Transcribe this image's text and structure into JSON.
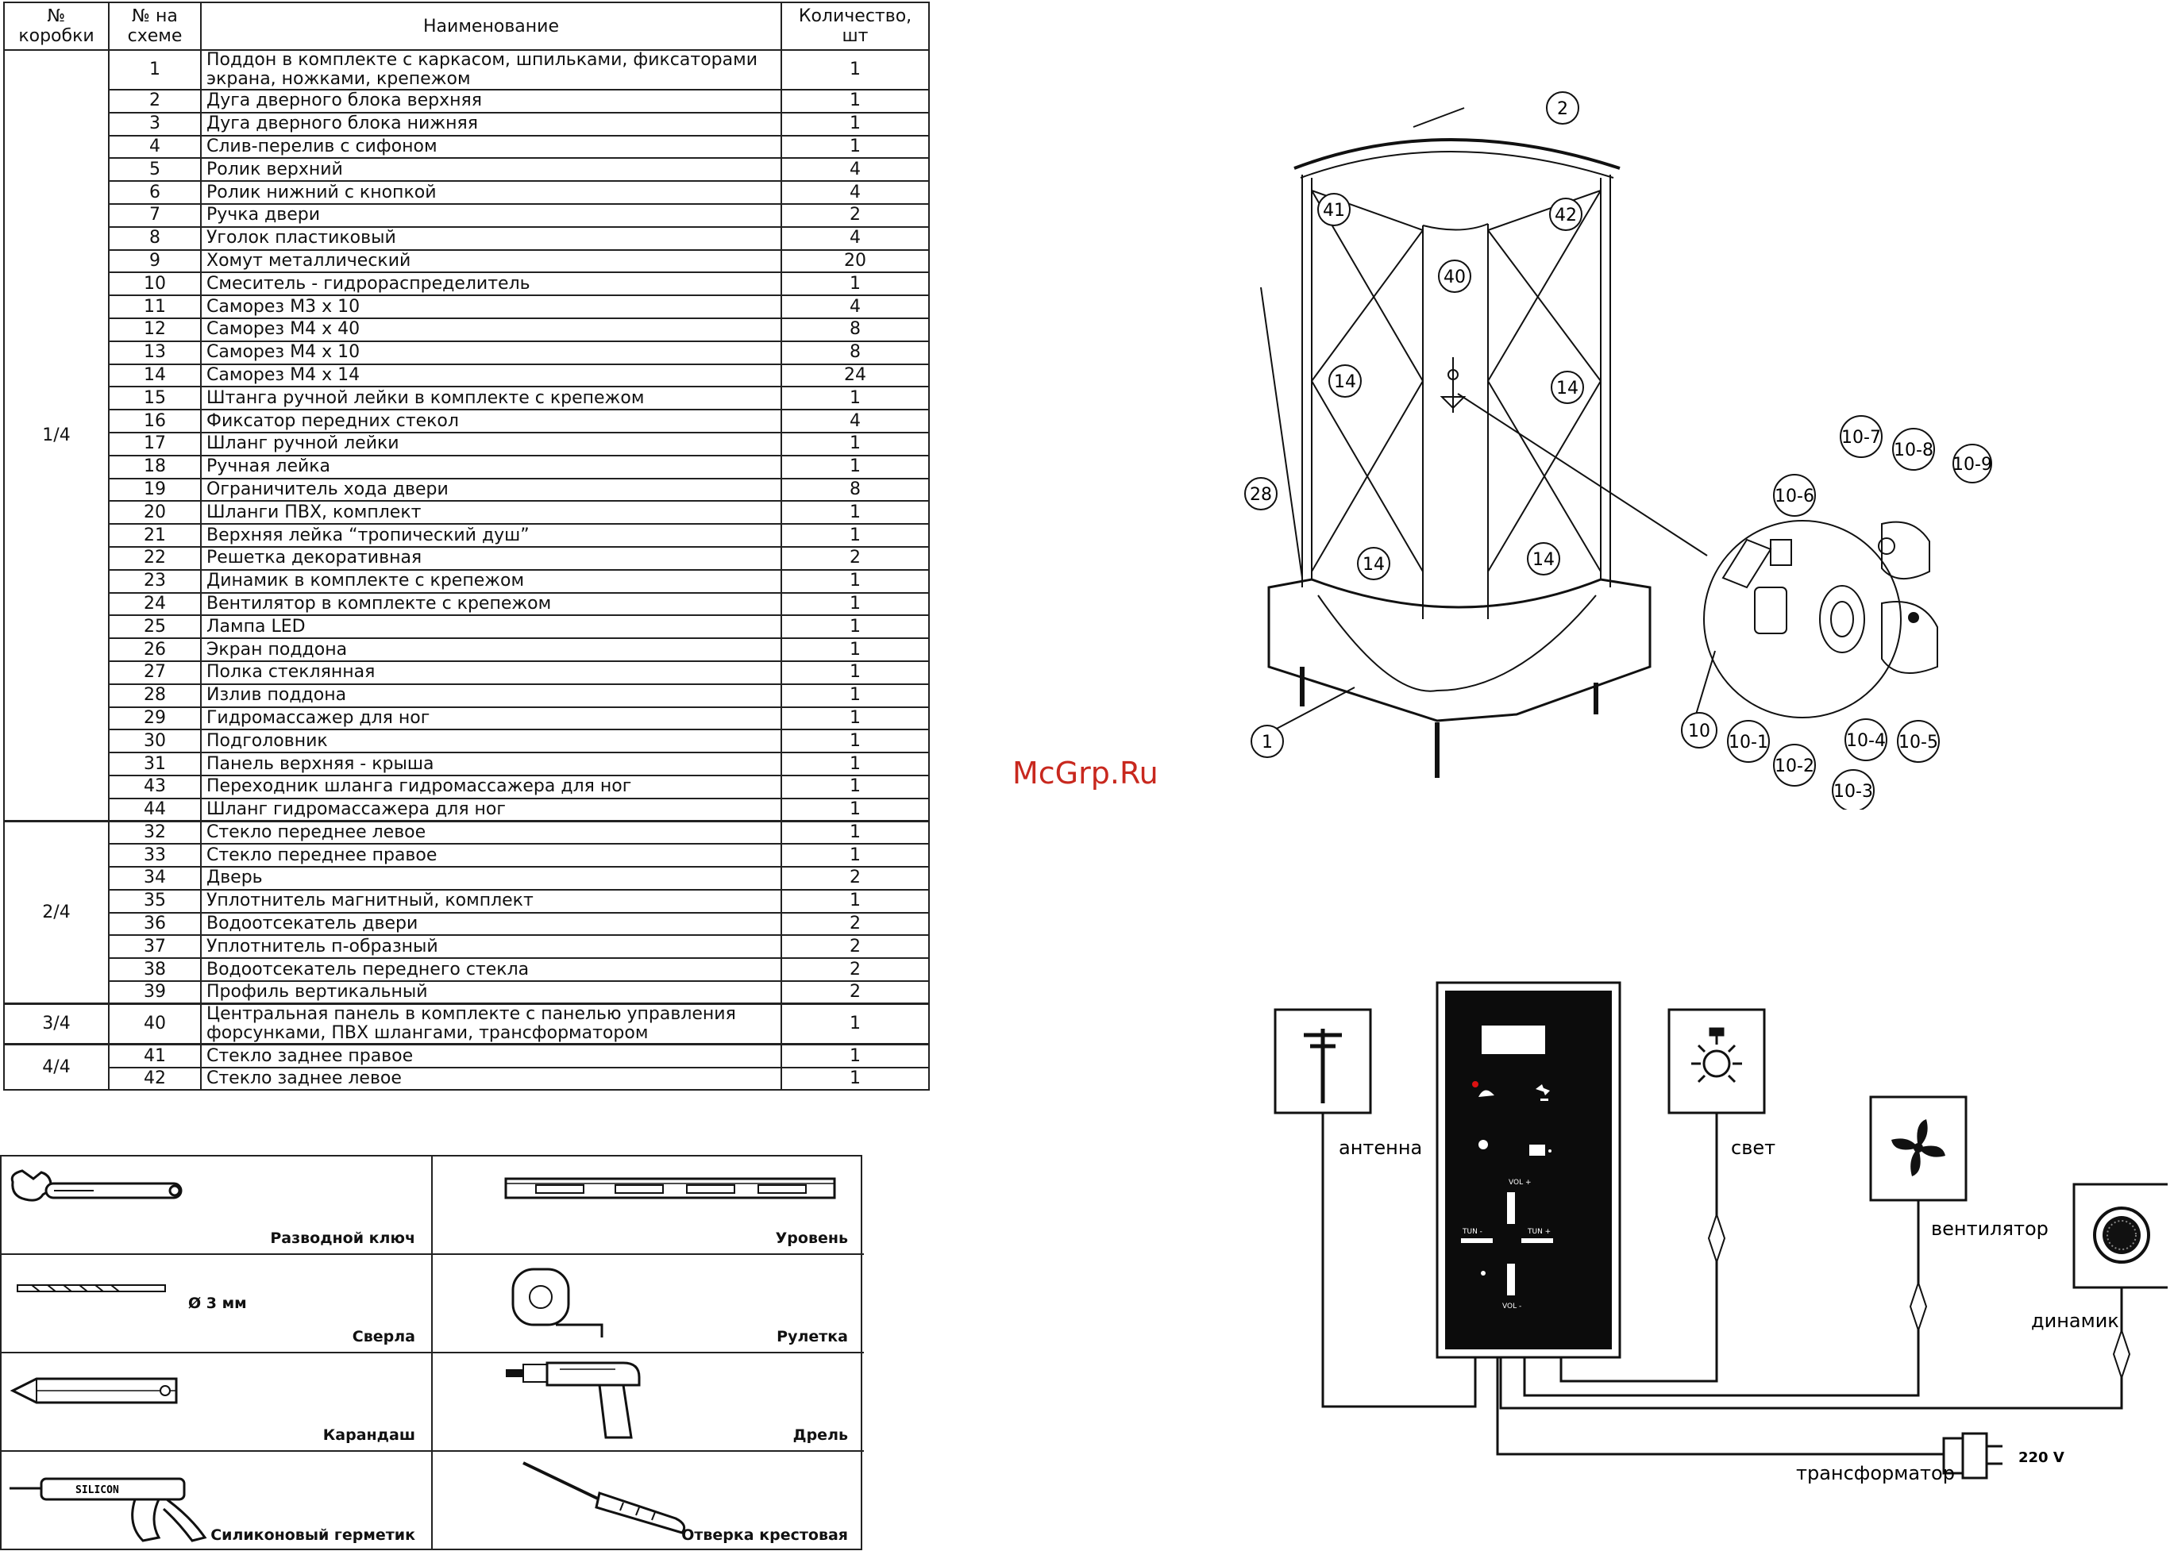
{
  "table": {
    "headers": {
      "box": "№ коробки",
      "num": "№ на схеме",
      "name": "Наименование",
      "qty": "Количество, шт"
    },
    "groups": [
      {
        "box": "1/4",
        "rows": [
          {
            "num": "1",
            "name": "Поддон в комплекте с каркасом, шпильками, фиксаторами экрана, ножками, крепежом",
            "qty": "1"
          },
          {
            "num": "2",
            "name": "Дуга дверного блока верхняя",
            "qty": "1"
          },
          {
            "num": "3",
            "name": "Дуга дверного блока нижняя",
            "qty": "1"
          },
          {
            "num": "4",
            "name": "Слив-перелив с сифоном",
            "qty": "1"
          },
          {
            "num": "5",
            "name": "Ролик верхний",
            "qty": "4"
          },
          {
            "num": "6",
            "name": "Ролик нижний с кнопкой",
            "qty": "4"
          },
          {
            "num": "7",
            "name": "Ручка двери",
            "qty": "2"
          },
          {
            "num": "8",
            "name": "Уголок пластиковый",
            "qty": "4"
          },
          {
            "num": "9",
            "name": "Хомут металлический",
            "qty": "20"
          },
          {
            "num": "10",
            "name": "Смеситель - гидрораспределитель",
            "qty": "1"
          },
          {
            "num": "11",
            "name": "Саморез М3 х 10",
            "qty": "4"
          },
          {
            "num": "12",
            "name": "Саморез М4 х 40",
            "qty": "8"
          },
          {
            "num": "13",
            "name": "Саморез М4 х 10",
            "qty": "8"
          },
          {
            "num": "14",
            "name": "Саморез М4 х 14",
            "qty": "24"
          },
          {
            "num": "15",
            "name": "Штанга ручной лейки в комплекте с крепежом",
            "qty": "1"
          },
          {
            "num": "16",
            "name": "Фиксатор передних стекол",
            "qty": "4"
          },
          {
            "num": "17",
            "name": "Шланг ручной лейки",
            "qty": "1"
          },
          {
            "num": "18",
            "name": "Ручная лейка",
            "qty": "1"
          },
          {
            "num": "19",
            "name": "Ограничитель хода двери",
            "qty": "8"
          },
          {
            "num": "20",
            "name": "Шланги ПВХ, комплект",
            "qty": "1"
          },
          {
            "num": "21",
            "name": "Верхняя лейка “тропический душ”",
            "qty": "1"
          },
          {
            "num": "22",
            "name": "Решетка декоративная",
            "qty": "2"
          },
          {
            "num": "23",
            "name": "Динамик в комплекте с крепежом",
            "qty": "1"
          },
          {
            "num": "24",
            "name": "Вентилятор в комплекте с крепежом",
            "qty": "1"
          },
          {
            "num": "25",
            "name": "Лампа LED",
            "qty": "1"
          },
          {
            "num": "26",
            "name": "Экран поддона",
            "qty": "1"
          },
          {
            "num": "27",
            "name": "Полка стеклянная",
            "qty": "1"
          },
          {
            "num": "28",
            "name": "Излив поддона",
            "qty": "1"
          },
          {
            "num": "29",
            "name": "Гидромассажер для ног",
            "qty": "1"
          },
          {
            "num": "30",
            "name": "Подголовник",
            "qty": "1"
          },
          {
            "num": "31",
            "name": "Панель верхняя - крыша",
            "qty": "1"
          },
          {
            "num": "43",
            "name": "Переходник шланга гидромассажера для ног",
            "qty": "1"
          },
          {
            "num": "44",
            "name": "Шланг гидромассажера для ног",
            "qty": "1"
          }
        ]
      },
      {
        "box": "2/4",
        "rows": [
          {
            "num": "32",
            "name": "Стекло переднее левое",
            "qty": "1"
          },
          {
            "num": "33",
            "name": "Стекло переднее правое",
            "qty": "1"
          },
          {
            "num": "34",
            "name": "Дверь",
            "qty": "2"
          },
          {
            "num": "35",
            "name": "Уплотнитель магнитный, комплект",
            "qty": "1"
          },
          {
            "num": "36",
            "name": "Водоотсекатель двери",
            "qty": "2"
          },
          {
            "num": "37",
            "name": "Уплотнитель п-образный",
            "qty": "2"
          },
          {
            "num": "38",
            "name": "Водоотсекатель переднего стекла",
            "qty": "2"
          },
          {
            "num": "39",
            "name": "Профиль вертикальный",
            "qty": "2"
          }
        ]
      },
      {
        "box": "3/4",
        "rows": [
          {
            "num": "40",
            "name": "Центральная панель в комплекте с панелью управления форсунками, ПВХ шлангами, трансформатором",
            "qty": "1"
          }
        ]
      },
      {
        "box": "4/4",
        "rows": [
          {
            "num": "41",
            "name": "Стекло заднее правое",
            "qty": "1"
          },
          {
            "num": "42",
            "name": "Стекло заднее левое",
            "qty": "1"
          }
        ]
      }
    ]
  },
  "tools": {
    "wrench": "Разводной ключ",
    "level": "Уровень",
    "drills": "Сверла",
    "drill_size": "Ø 3 мм",
    "tape": "Рулетка",
    "pencil": "Карандаш",
    "drill": "Дрель",
    "sealant": "Силиконовый герметик",
    "sealant_tube_text": "SILICON",
    "screwdriver": "Отверка крестовая"
  },
  "watermark": "McGrp.Ru",
  "cabin_callouts": {
    "c2": "2",
    "c41": "41",
    "c42": "42",
    "c40": "40",
    "c14a": "14",
    "c14b": "14",
    "c14c": "14",
    "c14d": "14",
    "c28": "28",
    "c1": "1",
    "c10": "10",
    "c10_1": "10-1",
    "c10_2": "10-2",
    "c10_3": "10-3",
    "c10_4": "10-4",
    "c10_5": "10-5",
    "c10_6": "10-6",
    "c10_7": "10-7",
    "c10_8": "10-8",
    "c10_9": "10-9"
  },
  "control": {
    "antenna": "антенна",
    "light": "свет",
    "fan": "вентилятор",
    "speaker": "динамик",
    "transformer": "трансформатор",
    "voltage": "220 V",
    "vol_plus": "VOL +",
    "vol_minus": "VOL -",
    "tun_minus": "TUN -",
    "tun_plus": "TUN +"
  }
}
